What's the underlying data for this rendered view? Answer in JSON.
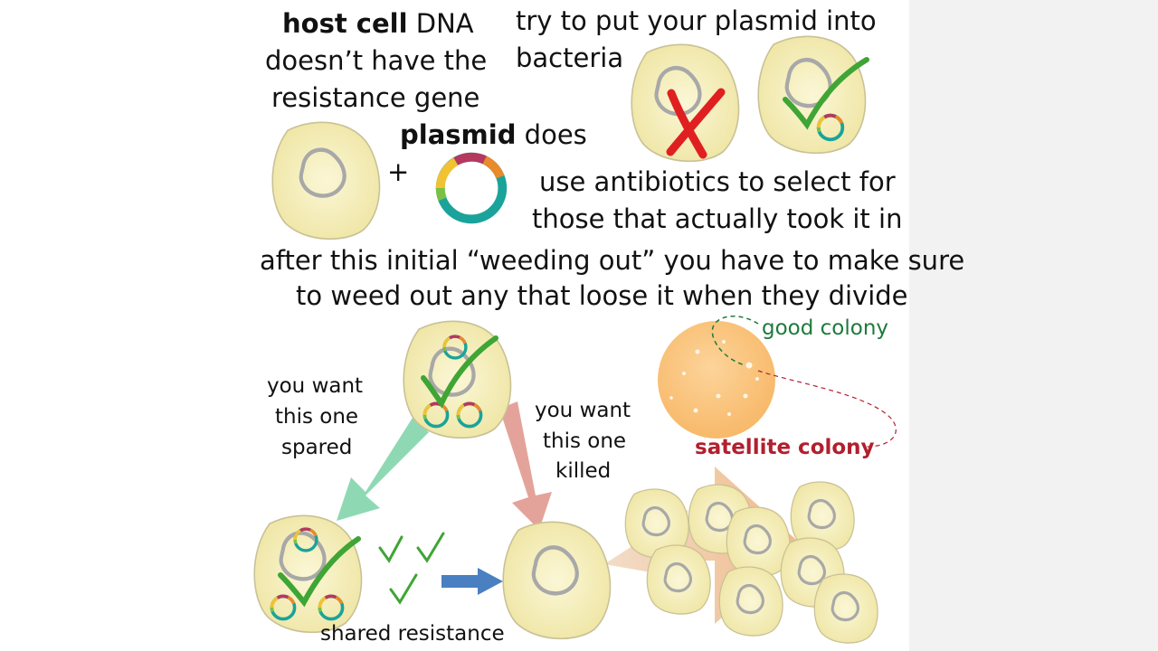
{
  "title_block": {
    "host_bold": "host cell",
    "host_rest": " DNA",
    "host_line2": "doesn’t have the",
    "host_line3": "resistance gene",
    "plasmid_bold": "plasmid",
    "plasmid_rest": " does",
    "plus": "+"
  },
  "transform_block": {
    "line1": "try to put your plasmid into",
    "line2": "bacteria"
  },
  "select_block": {
    "line1": "use antibiotics to select for",
    "line2": "those that actually took it in"
  },
  "weed_block": {
    "line1": "after this initial “weeding out” you have to make sure",
    "line2": "to weed out any that loose it when they divide"
  },
  "spared_block": {
    "line1": "you want",
    "line2": "this one",
    "line3": "spared"
  },
  "killed_block": {
    "line1": "you want",
    "line2": "this one",
    "line3": "killed"
  },
  "plate_labels": {
    "good": "good colony",
    "satellite": "satellite colony"
  },
  "shared": {
    "label": "shared resistance"
  },
  "colors": {
    "cell_fill": "#f7f0b8",
    "cell_stroke": "#c9c196",
    "dna": "#a8a8a8",
    "check": "#3fa535",
    "cross": "#e02020",
    "arrow_green": "#8ed9b3",
    "arrow_pink": "#e4a39a",
    "arrow_blue": "#4a7fc1",
    "plate": "#fbc47e",
    "good_green": "#1e7a3c",
    "satellite_red": "#b21f2d"
  }
}
